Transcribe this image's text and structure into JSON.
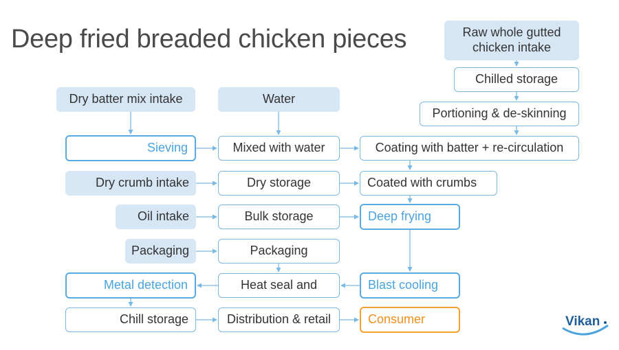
{
  "title": "Deep fried breaded chicken pieces",
  "nodes": {
    "raw_chicken_intake": "Raw whole gutted chicken intake",
    "chilled_storage": "Chilled storage",
    "portioning": "Portioning & de-skinning",
    "dry_batter_intake": "Dry batter mix intake",
    "water": "Water",
    "sieving": "Sieving",
    "mixed_with_water": "Mixed with water",
    "coating_batter": "Coating with batter + re-circulation",
    "dry_crumb_intake": "Dry crumb intake",
    "dry_storage": "Dry storage",
    "coated_crumbs": "Coated with crumbs",
    "oil_intake": "Oil intake",
    "bulk_storage": "Bulk storage",
    "deep_frying": "Deep frying",
    "packaging_intake": "Packaging",
    "packaging": "Packaging",
    "metal_detection": "Metal detection",
    "heat_seal": "Heat seal and",
    "blast_cooling": "Blast cooling",
    "chill_storage": "Chill storage",
    "distribution": "Distribution & retail",
    "consumer": "Consumer"
  },
  "logo_text": "Vikan",
  "colors": {
    "filled": "#d6e6f5",
    "outline": "#7ab8e4",
    "arrow": "#7ab8e4",
    "highlight_text": "#4aa3dc",
    "consumer": "#f09020"
  }
}
